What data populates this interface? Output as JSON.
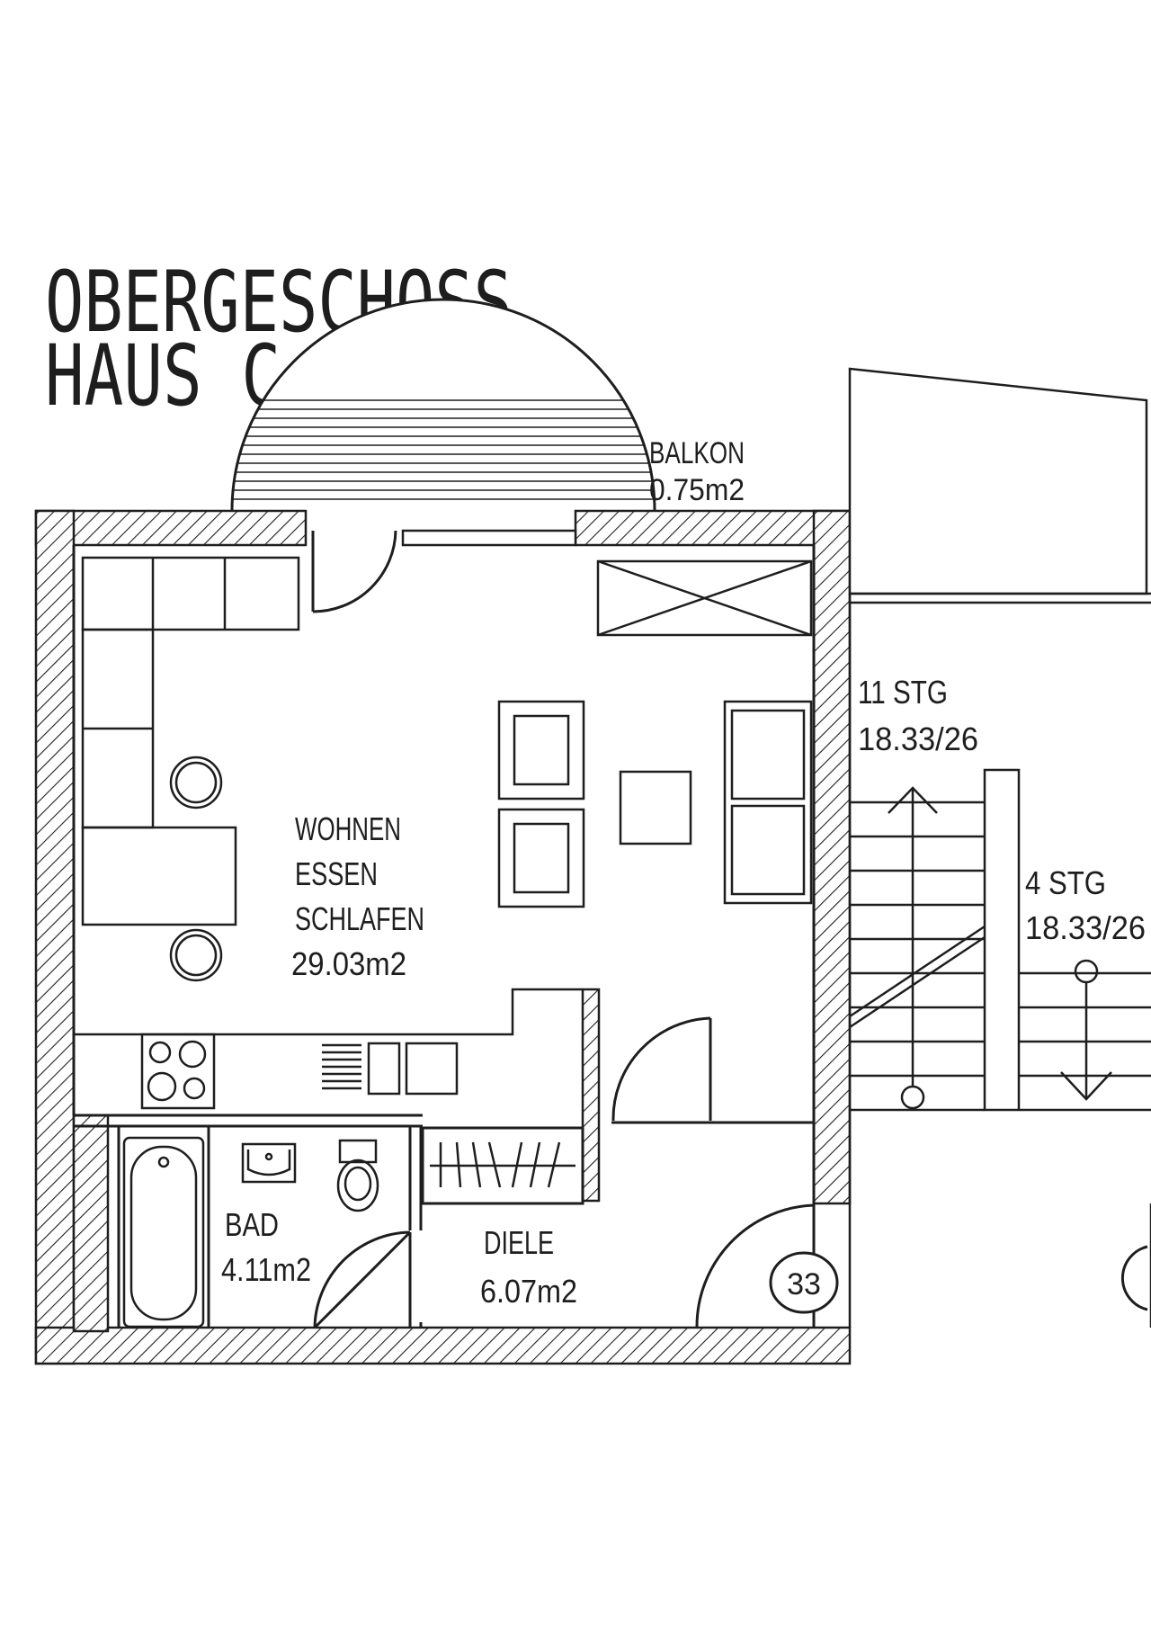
{
  "title": {
    "line1": "OBERGESCHOSS",
    "line2": "HAUS C"
  },
  "rooms": {
    "balkon": {
      "name": "BALKON",
      "area": "0.75m2"
    },
    "wohnen": {
      "line1": "WOHNEN",
      "line2": "ESSEN",
      "line3": "SCHLAFEN",
      "area": "29.03m2"
    },
    "bad": {
      "name": "BAD",
      "area": "4.11m2"
    },
    "diele": {
      "name": "DIELE",
      "area": "6.07m2"
    }
  },
  "stairs": {
    "upper": {
      "steps": "11 STG",
      "dims": "18.33/26"
    },
    "lower": {
      "steps": "4 STG",
      "dims": "18.33/26"
    }
  },
  "unit_number": "33",
  "colors": {
    "ink": "#1e1e1e",
    "paper": "#ffffff"
  }
}
